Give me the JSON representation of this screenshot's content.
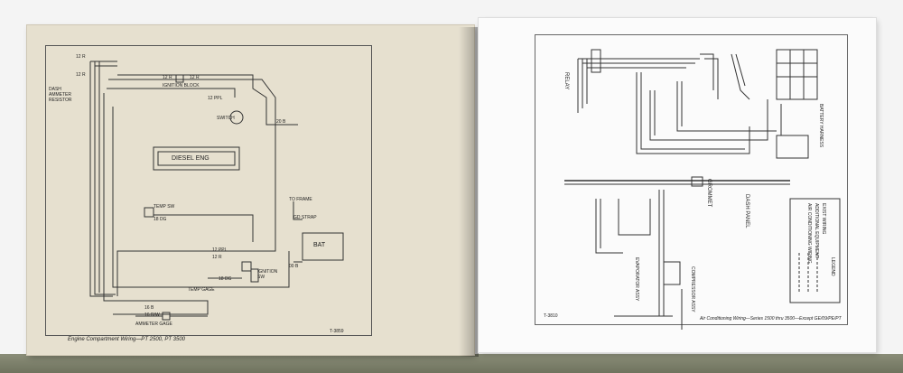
{
  "left_page": {
    "caption": "Engine Compartment Wiring—PT 2500, PT 3500",
    "figure_no": "T-3859",
    "labels": {
      "dash_ammeter_resistor": "DASH AMMETER RESISTOR",
      "wire_12r_top": "12 R",
      "wire_12r_2": "12 R",
      "ignition_block": "IGNITION BLOCK",
      "w12r_a": "12 R",
      "w12r_b": "12 R",
      "w12ppl": "12 PPL",
      "switch": "SWITCH",
      "w20b": "20 B",
      "diesel_eng": "DIESEL ENG",
      "temp_sw": "TEMP SW",
      "w18dg": "18 DG",
      "to_frame": "TO FRAME",
      "gd_strap": "GD STRAP",
      "bat": "BAT",
      "w12ppl_lower": "12 PPL",
      "w12r_lower": "12 R",
      "w18dg_lower": "18 DG",
      "temp_gage": "TEMP GAGE",
      "ignition_sw": "IGNITION SW",
      "w16b": "16 B",
      "w16rw": "16 R/W",
      "ammeter_gage": "AMMETER GAGE",
      "w00b": "00 B"
    }
  },
  "right_page": {
    "caption": "Air Conditioning Wiring—Series 1500 thru 3500—Except GE/09/PE/PT",
    "figure_no": "T-3810",
    "labels": {
      "relay": "RELAY",
      "grommet": "GROMMET",
      "dash_panel": "DASH PANEL",
      "evaporator_assy": "EVAPORATOR ASSY",
      "compressor_assy": "COMPRESSOR ASSY",
      "battery_harness": "BATTERY HARNESS",
      "legend": "LEGEND",
      "legend_1": "EXIST WIRING",
      "legend_2": "ADDITIONAL EQUIPMENT",
      "legend_3": "AIR CONDITIONING WIRING"
    }
  }
}
